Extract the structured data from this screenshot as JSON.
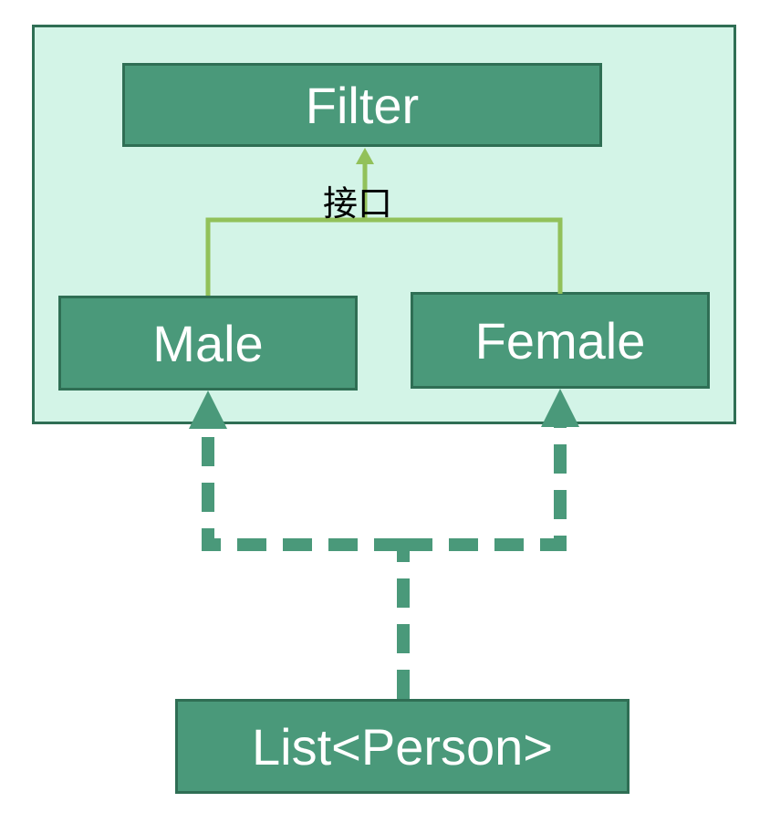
{
  "nodes": {
    "filter": "Filter",
    "male": "Male",
    "female": "Female",
    "list_person": "List<Person>"
  },
  "labels": {
    "interface": "接口"
  },
  "colors": {
    "box_fill": "#4a997a",
    "box_border": "#2f6e54",
    "container_fill": "#d3f4e7",
    "interface_line": "#92c15a",
    "dependency_line": "#4a997a"
  }
}
